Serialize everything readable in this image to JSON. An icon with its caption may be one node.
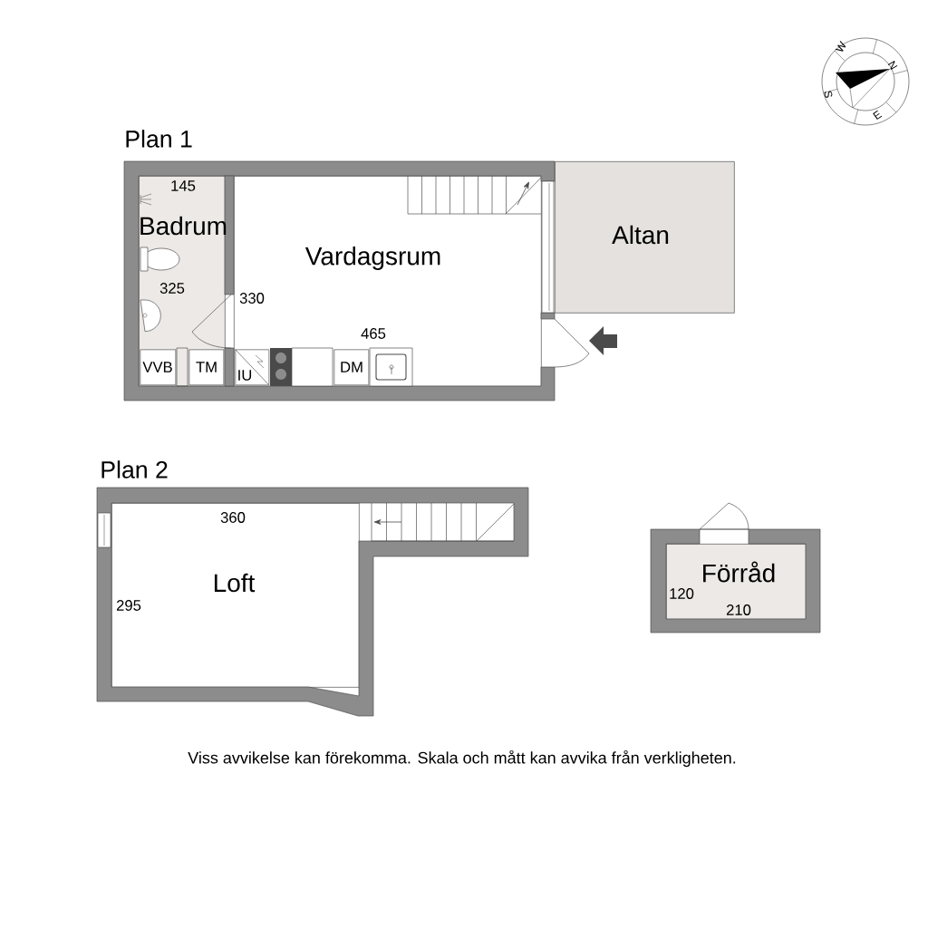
{
  "diagram": {
    "caption": "Viss avvikelse kan förekomma. Skala och mått kan avvika från verkligheten.",
    "nodes": [
      {
        "text": [
          "145",
          "Badrum",
          "325"
        ]
      },
      {
        "text": [
          "VVB"
        ],
        "in": 0
      },
      {
        "text": [
          "TM"
        ],
        "in": 0
      },
      {
        "text": [
          "Vardagsrum",
          "330",
          "465"
        ]
      },
      {
        "text": [
          "IU"
        ],
        "in": 3
      },
      {
        "text": [
          "DM"
        ],
        "in": 3
      },
      {
        "text": [
          "Altan"
        ]
      },
      {
        "text": [
          "360",
          "Loft",
          "295"
        ]
      },
      {
        "text": [
          "Förråd",
          "120",
          "210"
        ]
      }
    ],
    "labels": [
      "W",
      "N",
      "S",
      "E",
      "Plan 1",
      "Plan 2"
    ]
  }
}
